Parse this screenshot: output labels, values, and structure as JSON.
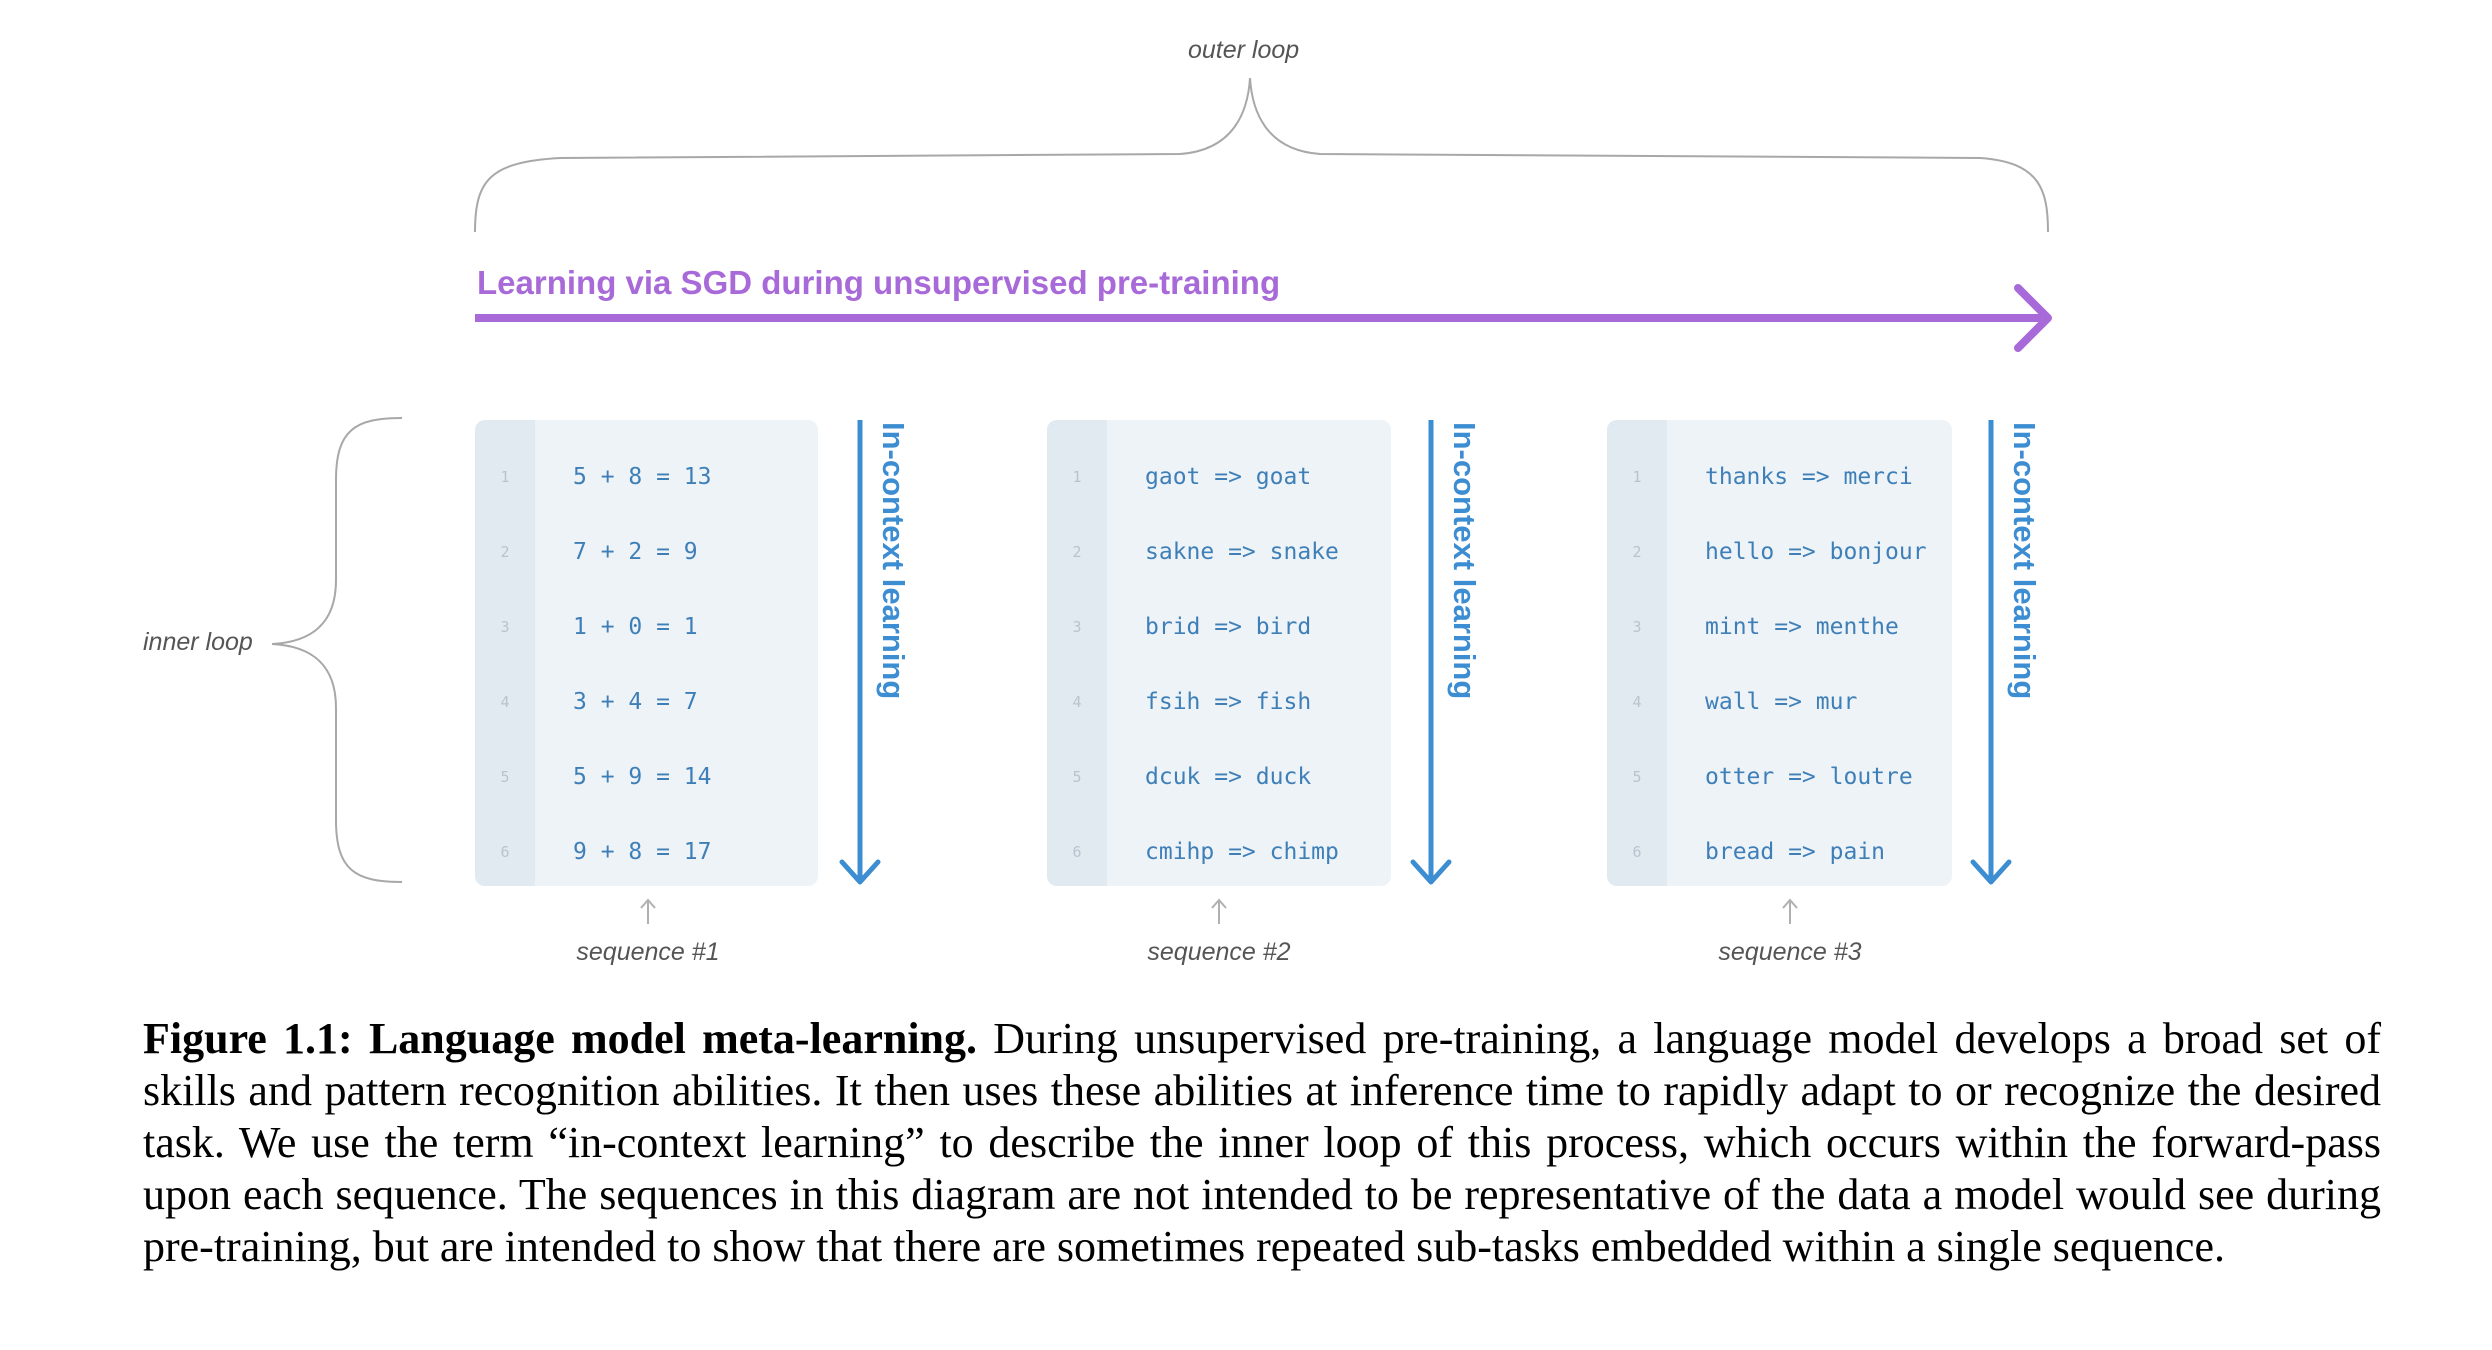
{
  "outer_loop_label": "outer loop",
  "inner_loop_label": "inner loop",
  "sgd_label": "Learning via SGD during unsupervised pre-training",
  "in_context_label": "In-context learning",
  "colors": {
    "sgd_arrow": "#a86ad8",
    "in_context_arrow": "#3d8dd2",
    "code_text": "#3f7fb8",
    "box_background": "#edf3f7",
    "gutter_background": "#e1eaf1"
  },
  "sequences": [
    {
      "label": "sequence #1",
      "lines": [
        {
          "num": "1",
          "text": "5 + 8 = 13"
        },
        {
          "num": "2",
          "text": "7 + 2 = 9"
        },
        {
          "num": "3",
          "text": "1 + 0 = 1"
        },
        {
          "num": "4",
          "text": "3 + 4 = 7"
        },
        {
          "num": "5",
          "text": "5 + 9 = 14"
        },
        {
          "num": "6",
          "text": "9 + 8 = 17"
        }
      ]
    },
    {
      "label": "sequence #2",
      "lines": [
        {
          "num": "1",
          "text": "gaot => goat"
        },
        {
          "num": "2",
          "text": "sakne => snake"
        },
        {
          "num": "3",
          "text": "brid => bird"
        },
        {
          "num": "4",
          "text": "fsih => fish"
        },
        {
          "num": "5",
          "text": "dcuk => duck"
        },
        {
          "num": "6",
          "text": "cmihp => chimp"
        }
      ]
    },
    {
      "label": "sequence #3",
      "lines": [
        {
          "num": "1",
          "text": "thanks => merci"
        },
        {
          "num": "2",
          "text": "hello => bonjour"
        },
        {
          "num": "3",
          "text": "mint => menthe"
        },
        {
          "num": "4",
          "text": "wall => mur"
        },
        {
          "num": "5",
          "text": "otter => loutre"
        },
        {
          "num": "6",
          "text": "bread => pain"
        }
      ]
    }
  ],
  "caption": {
    "figure_label": "Figure 1.1:",
    "title": "Language model meta-learning.",
    "body": "During unsupervised pre-training, a language model develops a broad set of skills and pattern recognition abilities. It then uses these abilities at inference time to rapidly adapt to or recognize the desired task. We use the term “in-context learning” to describe the inner loop of this process, which occurs within the forward-pass upon each sequence. The sequences in this diagram are not intended to be representative of the data a model would see during pre-training, but are intended to show that there are sometimes repeated sub-tasks embedded within a single sequence."
  }
}
